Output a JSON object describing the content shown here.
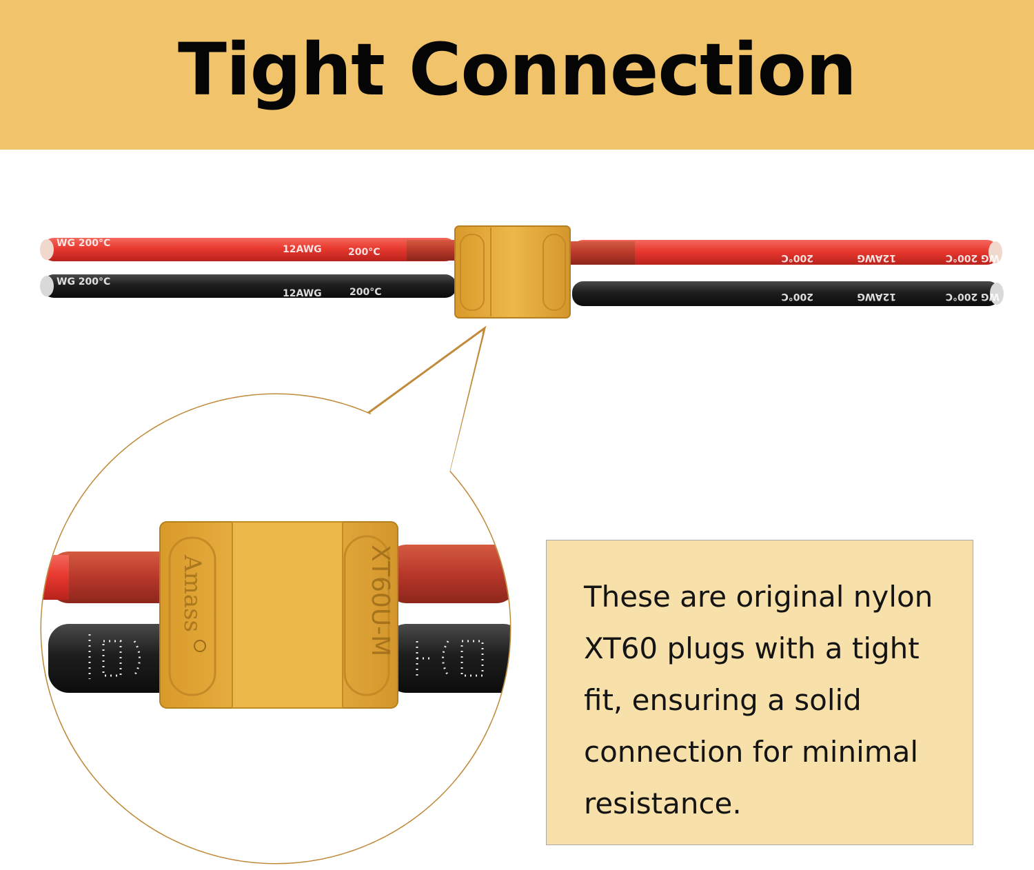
{
  "banner": {
    "title": "Tight Connection"
  },
  "description": "These are original nylon XT60 plugs with a tight fit, ensuring a solid connection for minimal resistance.",
  "wire_labels": {
    "gauge": "12AWG",
    "temp": "200°C",
    "gauge_temp_partial": "WG 200°C",
    "connector_model": "XT60U-M",
    "brand": "Amass"
  },
  "colors": {
    "banner": "#f1c46b",
    "text_box": "#f7e0a9",
    "connector": "#e8b442",
    "red_wire": "#e83a32",
    "black_wire": "#1c1c1c",
    "callout_outline": "#c08a3a"
  }
}
